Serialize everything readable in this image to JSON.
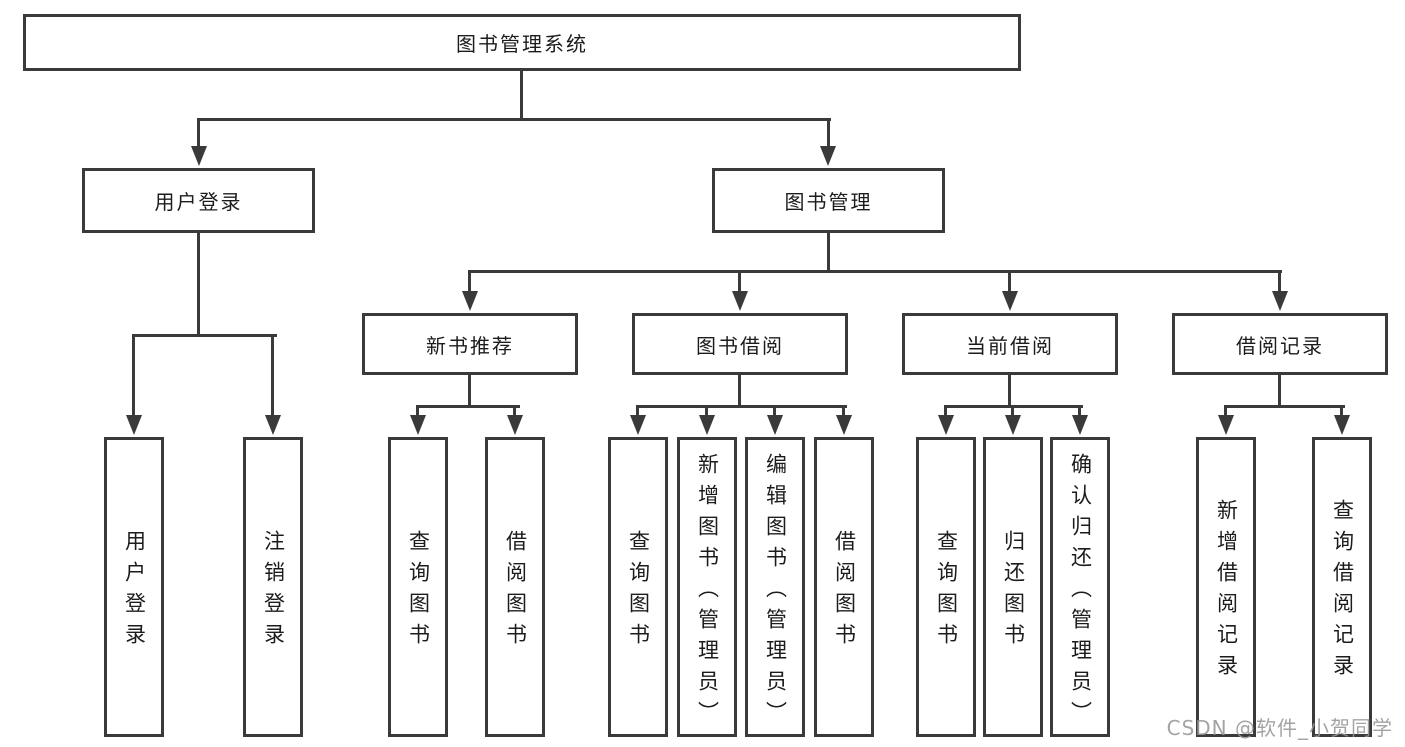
{
  "tree": {
    "root": {
      "label": "图书管理系统"
    },
    "children": [
      {
        "label": "用户登录",
        "children": [
          {
            "label": "用户登录"
          },
          {
            "label": "注销登录"
          }
        ]
      },
      {
        "label": "图书管理",
        "children": [
          {
            "label": "新书推荐",
            "children": [
              {
                "label": "查询图书"
              },
              {
                "label": "借阅图书"
              }
            ]
          },
          {
            "label": "图书借阅",
            "children": [
              {
                "label": "查询图书"
              },
              {
                "label": "新增图书（管理员）"
              },
              {
                "label": "编辑图书（管理员）"
              },
              {
                "label": "借阅图书"
              }
            ]
          },
          {
            "label": "当前借阅",
            "children": [
              {
                "label": "查询图书"
              },
              {
                "label": "归还图书"
              },
              {
                "label": "确认归还（管理员）"
              }
            ]
          },
          {
            "label": "借阅记录",
            "children": [
              {
                "label": "新增借阅记录"
              },
              {
                "label": "查询借阅记录"
              }
            ]
          }
        ]
      }
    ]
  },
  "watermark": {
    "text": "CSDN @软件_小贺同学"
  },
  "colors": {
    "line": "#3a3a3a",
    "text": "#1c1c1c",
    "background": "#ffffff",
    "watermark": "#969696"
  }
}
